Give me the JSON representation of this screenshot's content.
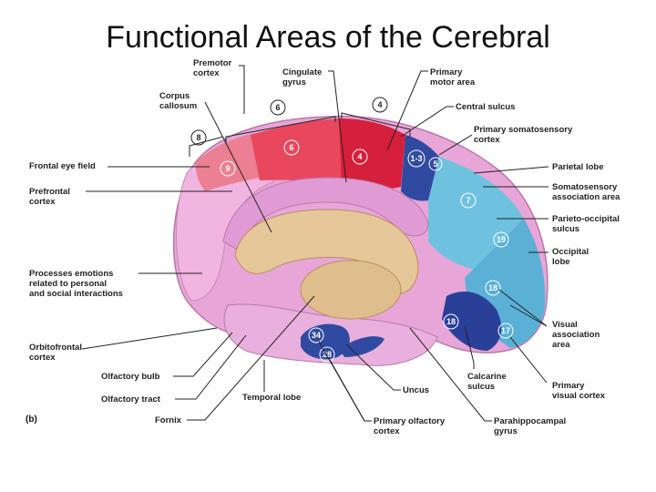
{
  "title": "Functional Areas of the Cerebral",
  "panel_label": "(b)",
  "colors": {
    "premotor": "#e8475e",
    "primary_motor": "#d61f3c",
    "prefrontal": "#f2b4e0",
    "somatosensory": "#2f4aa0",
    "parietal": "#6fc1e0",
    "visual": "#2a3f98",
    "corpus_callosum": "#e6c79a",
    "limbic": "#d9a8d9"
  },
  "labels": {
    "premotor_cortex": [
      "Premotor",
      "cortex"
    ],
    "cingulate_gyrus": [
      "Cingulate",
      "gyrus"
    ],
    "primary_motor_area": [
      "Primary",
      "motor area"
    ],
    "corpus_callosum": [
      "Corpus",
      "callosum"
    ],
    "central_sulcus": "Central sulcus",
    "primary_somatosensory_cortex": [
      "Primary somatosensory",
      "cortex"
    ],
    "frontal_eye_field": "Frontal eye field",
    "parietal_lobe": "Parietal lobe",
    "prefrontal_cortex": [
      "Prefrontal",
      "cortex"
    ],
    "somatosensory_association_area": [
      "Somatosensory",
      "association area"
    ],
    "parieto_occipital_sulcus": [
      "Parieto-occipital",
      "sulcus"
    ],
    "occipital_lobe": [
      "Occipital",
      "lobe"
    ],
    "processes_emotions": [
      "Processes emotions",
      "related to personal",
      "and social interactions"
    ],
    "visual_association_area": [
      "Visual",
      "association",
      "area"
    ],
    "orbitofrontal_cortex": [
      "Orbitofrontal",
      "cortex"
    ],
    "olfactory_bulb": "Olfactory bulb",
    "calcarine_sulcus": [
      "Calcarine",
      "sulcus"
    ],
    "primary_visual_cortex": [
      "Primary",
      "visual cortex"
    ],
    "olfactory_tract": "Olfactory tract",
    "temporal_lobe": "Temporal lobe",
    "uncus": "Uncus",
    "fornix": "Fornix",
    "primary_olfactory_cortex": [
      "Primary olfactory",
      "cortex"
    ],
    "parahippocampal_gyrus": [
      "Parahippocampal",
      "gyrus"
    ]
  },
  "area_numbers": [
    "8",
    "6",
    "4",
    "6",
    "4",
    "9",
    "1-3",
    "5",
    "7",
    "19",
    "18",
    "18",
    "17",
    "34",
    "28"
  ]
}
